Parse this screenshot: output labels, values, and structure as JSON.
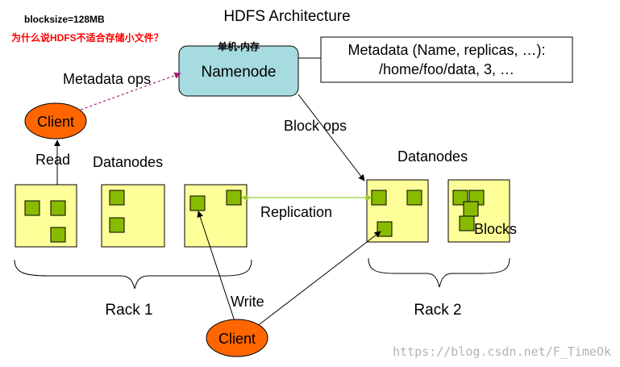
{
  "title": "HDFS Architecture",
  "annotations": {
    "blocksize": "blocksize=128MB",
    "question": "为什么说HDFS不适合存储小文件？",
    "single_machine_memory": "单机-内存"
  },
  "namenode": {
    "label": "Namenode"
  },
  "metadata_box": {
    "line1": "Metadata (Name, replicas, …):",
    "line2": "/home/foo/data, 3, …"
  },
  "edges": {
    "metadata_ops": "Metadata ops",
    "block_ops": "Block ops",
    "read": "Read",
    "write": "Write",
    "replication": "Replication"
  },
  "clients": {
    "top": "Client",
    "bottom": "Client"
  },
  "datanodes": {
    "left_label": "Datanodes",
    "right_label": "Datanodes"
  },
  "blocks_label": "Blocks",
  "racks": {
    "rack1": "Rack 1",
    "rack2": "Rack 2"
  },
  "watermark": "https://blog.csdn.net/F_TimeOk",
  "colors": {
    "datanode_fill": "#ffff99",
    "block_fill": "#88bb00",
    "namenode_fill": "#a6dbe0",
    "client_fill": "#ff6600",
    "replication_line": "#99cc33",
    "metadata_ops_line": "#aa2277",
    "annotation_red": "#ff0000"
  }
}
